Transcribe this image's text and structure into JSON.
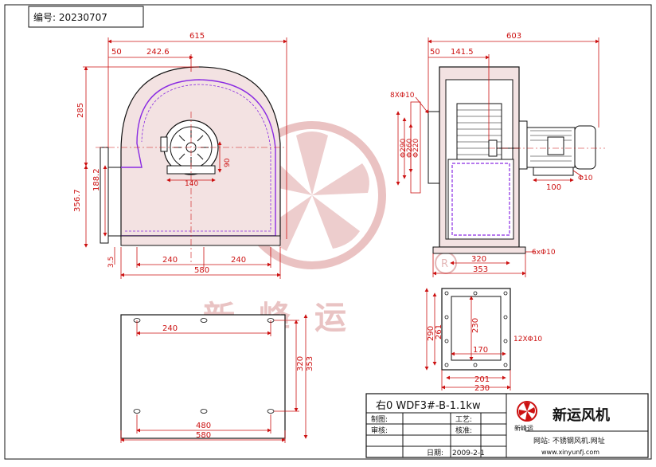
{
  "header": {
    "drawing_number": "编号: 20230707"
  },
  "dimensions": {
    "front": {
      "d615": "615",
      "d50": "50",
      "d242_6": "242.6",
      "d285": "285",
      "d188_2": "188.2",
      "d356_7": "356.7",
      "d140": "140",
      "d90": "90",
      "d3_5": "3.5",
      "d240a": "240",
      "d240b": "240",
      "d580": "580"
    },
    "side": {
      "d603": "603",
      "d50": "50",
      "d141_5": "141.5",
      "d8x10": "8XΦ10",
      "d290": "Φ290",
      "d260": "Φ260",
      "d220": "Φ220",
      "d100": "100",
      "d10": "Φ10",
      "d6x10": "6xΦ10",
      "d320": "320",
      "d353": "353"
    },
    "flange": {
      "d290": "290",
      "d261": "261",
      "d230v": "230",
      "d170": "170",
      "d12x10": "12XΦ10",
      "d201": "201",
      "d230h": "230"
    },
    "base": {
      "d240": "240",
      "d320": "320",
      "d353": "353",
      "d480": "480",
      "d580": "580"
    }
  },
  "title_block": {
    "model": "右0  WDF3#-B-1.1kw",
    "label_drawn": "制图:",
    "label_process": "工艺:",
    "label_review": "审核:",
    "label_check": "核准:",
    "label_date": "日期:",
    "date": "2009-2-1",
    "company": "新运风机",
    "logo_text": "新峰运",
    "website": "网站: 不锈钢风机.网址",
    "url": "www.xinyunfj.com"
  },
  "watermark": {
    "text": "新峰运",
    "registered": "R"
  },
  "colors": {
    "dimension": "#cc1111",
    "outline": "#111111",
    "casing_fill": "#f3e2e2",
    "accent": "#8a2be2"
  }
}
